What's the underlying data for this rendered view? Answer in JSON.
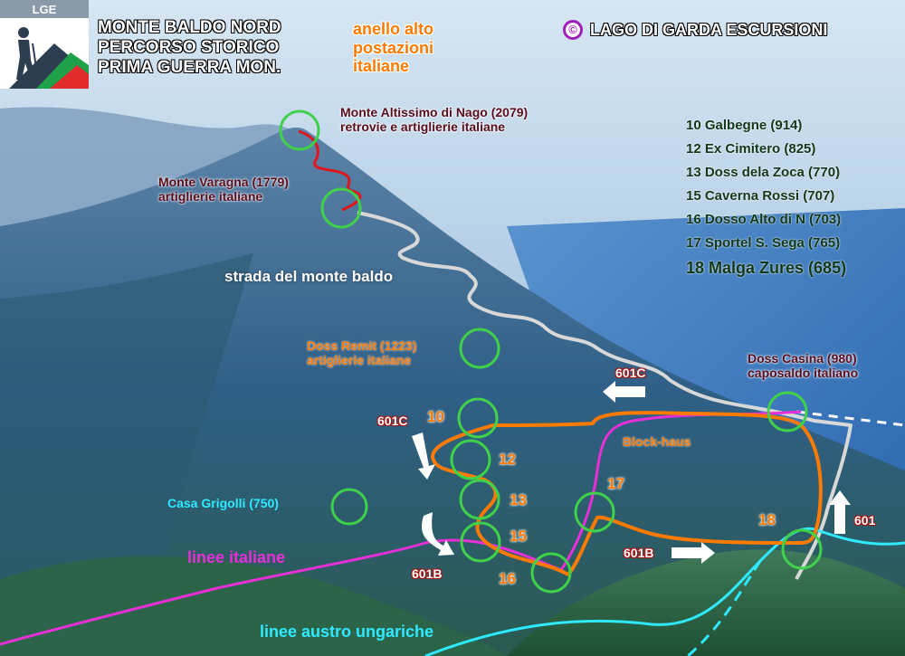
{
  "logo": {
    "label": "LGE",
    "icon": "hiker-icon"
  },
  "title": {
    "lines": [
      "MONTE BALDO NORD",
      "PERCORSO STORICO",
      "PRIMA GUERRA MON."
    ]
  },
  "subtitle": {
    "lines": [
      "anello alto",
      "postazioni",
      "italiane"
    ]
  },
  "brand": {
    "copyright_symbol": "©",
    "text": "LAGO DI GARDA ESCURSIONI"
  },
  "places": {
    "altissimo": [
      "Monte Altissimo di Nago (2079)",
      "retrovie e artiglierie italiane"
    ],
    "varagna": [
      "Monte Varagna (1779)",
      "artiglierie italiane"
    ],
    "remit": [
      "Doss Remit (1223)",
      "artiglierie italiane"
    ],
    "casina": [
      "Doss Casina (980)",
      "caposaldo italiano"
    ],
    "grigolli": "Casa Grigolli (750)"
  },
  "road_label": "strada del monte baldo",
  "block_haus": "Block-haus",
  "lines": {
    "italian": "linee italiane",
    "austro": "linee austro ungariche"
  },
  "route_codes": {
    "c601c_a": "601C",
    "c601c_b": "601C",
    "c601b_a": "601B",
    "c601b_b": "601B",
    "c601": "601"
  },
  "waypoints": [
    "10",
    "12",
    "13",
    "15",
    "16",
    "17",
    "18"
  ],
  "stops": [
    "10 Galbegne (914)",
    "12 Ex Cimitero (825)",
    "13 Doss dela Zoca (770)",
    "15 Caverna Rossi (707)",
    "16 Dosso Alto di N (703)",
    "17 Sportel S. Sega (765)",
    "18 Malga Zures (685)"
  ],
  "colors": {
    "sky": "#9ec3e3",
    "lake": "#2e6fb8",
    "mountain": "#2c5a7e",
    "route": "#ff7a00",
    "italian_line": "#e62fd6",
    "austro_line": "#2ee9ff",
    "trench_red": "#e0161c",
    "circle": "#3fd14a"
  }
}
